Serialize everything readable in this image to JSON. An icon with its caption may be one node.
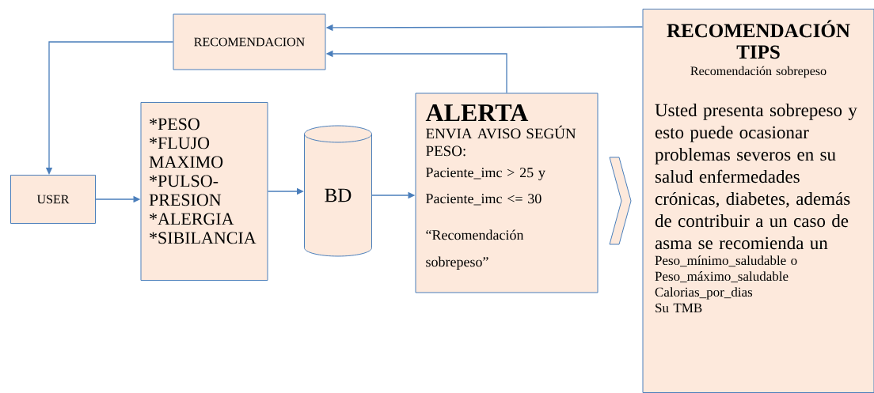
{
  "diagram": {
    "nodes": [
      {
        "text": [
          "RECOMENDACION"
        ]
      },
      {
        "text": [
          "USER"
        ]
      },
      {
        "text": [
          "*PESO",
          "*FLUJO MAXIMO",
          "*PULSO-PRESION",
          "*ALERGIA",
          "*SIBILANCIA"
        ]
      },
      {
        "text": [
          "BD"
        ]
      },
      {
        "text": [
          "ALERTA",
          "ENVIA AVISO SEGÚN PESO:",
          "Paciente_imc > 25 y",
          "Paciente_imc <= 30",
          "“Recomendación sobrepeso”"
        ]
      },
      {
        "text": [
          "RECOMENDACIÓN TIPS",
          "Recomendación sobrepeso",
          "Usted presenta sobrepeso y esto puede ocasionar problemas severos en su salud enfermedades crónicas, diabetes, además de contribuir a un caso de asma se recomienda un",
          "Peso_mínimo_saludable o Peso_máximo_saludable",
          "Calorias_por_dias",
          "Su TMB"
        ]
      }
    ],
    "edges": [
      {
        "from": 0,
        "to": 1,
        "arrow": "to"
      },
      {
        "from": 1,
        "to": 2,
        "arrow": "to"
      },
      {
        "from": 2,
        "to": 3,
        "arrow": "to"
      },
      {
        "from": 3,
        "to": 4,
        "arrow": "to"
      },
      {
        "from": 4,
        "to": 0,
        "arrow": "to"
      },
      {
        "from": 5,
        "to": 0,
        "arrow": "to"
      },
      {
        "from": 4,
        "to": 5,
        "arrow": "to"
      }
    ]
  }
}
